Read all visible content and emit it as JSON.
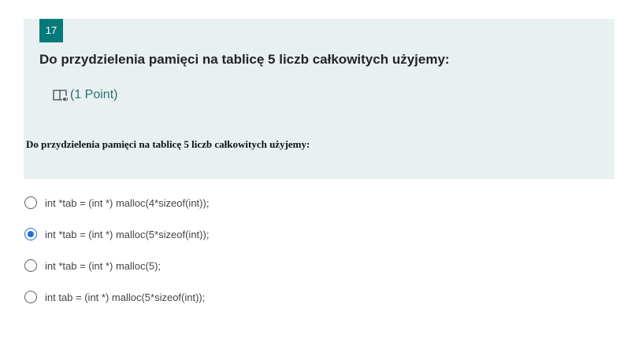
{
  "question": {
    "number": "17",
    "title": "Do przydzielenia pamięci na tablicę 5 liczb całkowitych użyjemy:",
    "points": "(1 Point)",
    "image_text": "Do przydzielenia pamięci na tablicę 5 liczb całkowitych użyjemy:",
    "accent_color": "#067a7a",
    "reader_icon": "immersive-reader-icon"
  },
  "options": [
    {
      "label": "int *tab = (int *) malloc(4*sizeof(int));",
      "selected": false
    },
    {
      "label": "int *tab = (int *) malloc(5*sizeof(int));",
      "selected": true
    },
    {
      "label": "int *tab = (int *) malloc(5);",
      "selected": false
    },
    {
      "label": "int tab = (int *) malloc(5*sizeof(int));",
      "selected": false
    }
  ],
  "colors": {
    "selected_radio": "#1e6fe4",
    "card_background": "#e9f0f2"
  }
}
